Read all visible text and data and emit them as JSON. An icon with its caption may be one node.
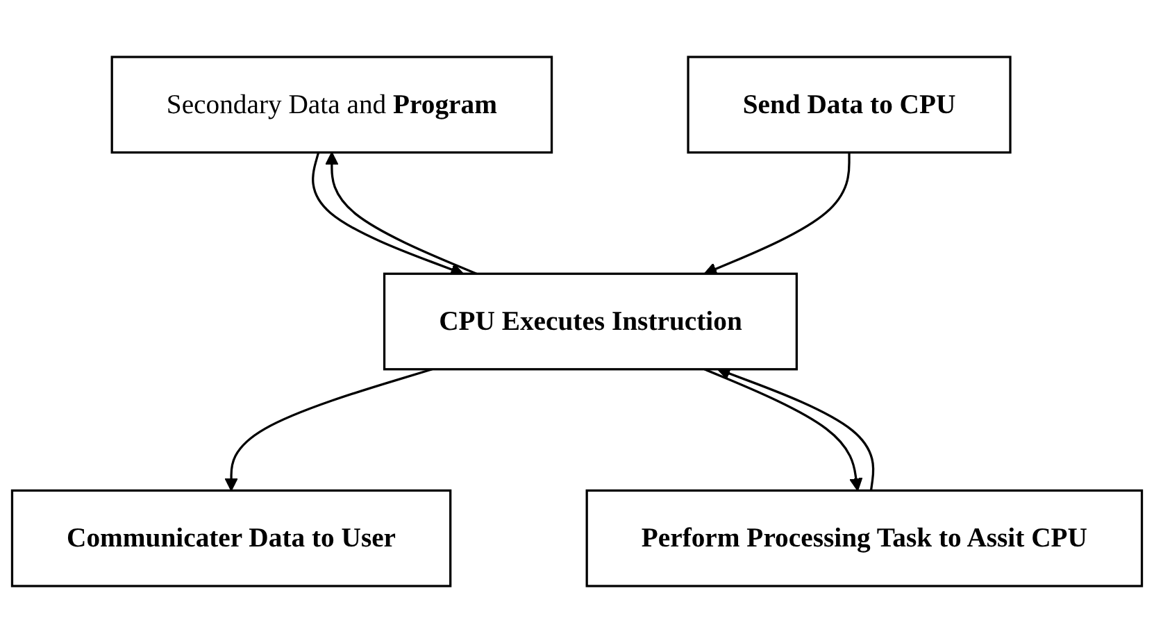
{
  "diagram": {
    "nodes": [
      {
        "text": [
          "Secondary Data and **Program**"
        ]
      },
      {
        "text": [
          "Send Data to CPU"
        ]
      },
      {
        "text": [
          "CPU Executes Instruction"
        ]
      },
      {
        "text": [
          "Communicater Data to User"
        ]
      },
      {
        "text": [
          "Perform Processing Task to Assit CPU"
        ]
      }
    ],
    "edges": [
      {
        "from": 0,
        "to": 2,
        "arrow": "to"
      },
      {
        "from": 2,
        "to": 0,
        "arrow": "to"
      },
      {
        "from": 1,
        "to": 2,
        "arrow": "to"
      },
      {
        "from": 2,
        "to": 3,
        "arrow": "to"
      },
      {
        "from": 2,
        "to": 4,
        "arrow": "to"
      },
      {
        "from": 4,
        "to": 2,
        "arrow": "to"
      }
    ]
  }
}
